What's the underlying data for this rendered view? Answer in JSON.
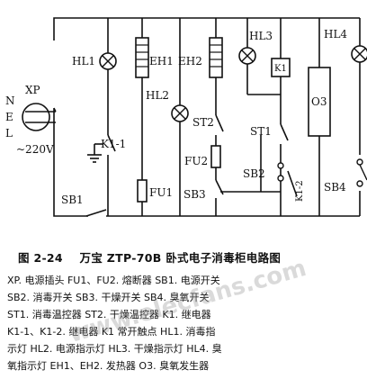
{
  "diagram": {
    "labels": {
      "xp": "XP",
      "n": "N",
      "e": "E",
      "l": "L",
      "voltage": "~220V",
      "hl1": "HL1",
      "eh1": "EH1",
      "eh2": "EH2",
      "hl2": "HL2",
      "hl3": "HL3",
      "hl4": "HL4",
      "k1": "K1",
      "o3": "O3",
      "k1_1": "K1-1",
      "fu1": "FU1",
      "fu2": "FU2",
      "sb1": "SB1",
      "sb2": "SB2",
      "sb3": "SB3",
      "sb4": "SB4",
      "st1": "ST1",
      "st2": "ST2",
      "k1_2": "K1-2"
    }
  },
  "caption": {
    "figure_no": "图 2-24",
    "title": "万宝 ZTP-70B 卧式电子消毒柜电路图"
  },
  "legend": {
    "lines": [
      "XP. 电源插头   FU1、FU2. 熔断器   SB1. 电源开关",
      "SB2. 消毒开关   SB3. 干燥开关   SB4. 臭氧开关",
      "ST1. 消毒温控器   ST2. 干燥温控器   K1. 继电器",
      "K1-1、K1-2. 继电器 K1 常开触点   HL1. 消毒指",
      "示灯   HL2. 电源指示灯   HL3. 干燥指示灯   HL4. 臭",
      "氧指示灯   EH1、EH2. 发热器   O3. 臭氧发生器"
    ]
  },
  "watermark": {
    "text": "www.elecfans.com"
  }
}
